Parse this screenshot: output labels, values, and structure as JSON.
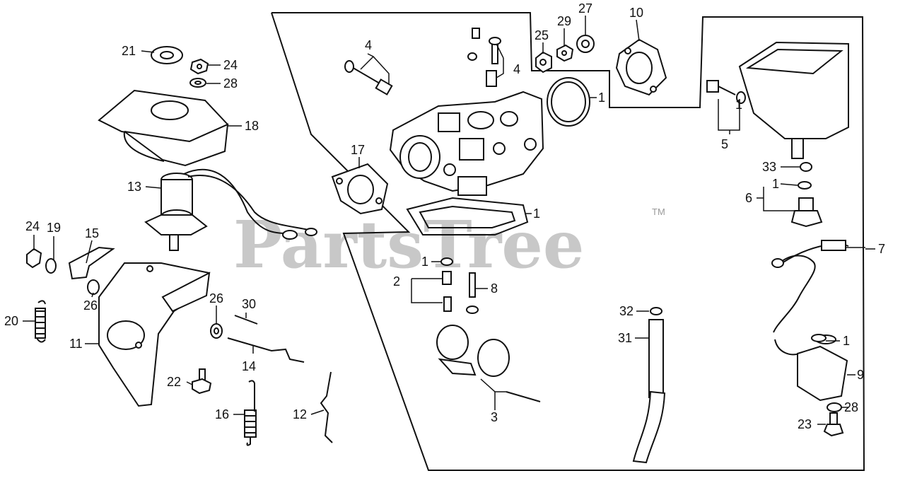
{
  "watermark": {
    "text": "PartsTree",
    "trademark": "TM",
    "color": "#c8c8c8"
  },
  "ink_color": "#111111",
  "callouts": [
    {
      "id": "c21a",
      "label": "21"
    },
    {
      "id": "c24a",
      "label": "24"
    },
    {
      "id": "c28a",
      "label": "28"
    },
    {
      "id": "c18",
      "label": "18"
    },
    {
      "id": "c13",
      "label": "13"
    },
    {
      "id": "c24b",
      "label": "24"
    },
    {
      "id": "c19",
      "label": "19"
    },
    {
      "id": "c15",
      "label": "15"
    },
    {
      "id": "c26a",
      "label": "26"
    },
    {
      "id": "c20",
      "label": "20"
    },
    {
      "id": "c11",
      "label": "11"
    },
    {
      "id": "c26b",
      "label": "26"
    },
    {
      "id": "c30",
      "label": "30"
    },
    {
      "id": "c14",
      "label": "14"
    },
    {
      "id": "c22",
      "label": "22"
    },
    {
      "id": "c16",
      "label": "16"
    },
    {
      "id": "c12",
      "label": "12"
    },
    {
      "id": "c17",
      "label": "17"
    },
    {
      "id": "c4a",
      "label": "4"
    },
    {
      "id": "c4b",
      "label": "4"
    },
    {
      "id": "c25",
      "label": "25"
    },
    {
      "id": "c29",
      "label": "29"
    },
    {
      "id": "c27",
      "label": "27"
    },
    {
      "id": "c10",
      "label": "10"
    },
    {
      "id": "c1a",
      "label": "1"
    },
    {
      "id": "c1b",
      "label": "1"
    },
    {
      "id": "c1c",
      "label": "1"
    },
    {
      "id": "c2",
      "label": "2"
    },
    {
      "id": "c8",
      "label": "8"
    },
    {
      "id": "c3",
      "label": "3"
    },
    {
      "id": "c5",
      "label": "5"
    },
    {
      "id": "c1d",
      "label": "1"
    },
    {
      "id": "c33",
      "label": "33"
    },
    {
      "id": "c1e",
      "label": "1"
    },
    {
      "id": "c6",
      "label": "6"
    },
    {
      "id": "c7",
      "label": "7"
    },
    {
      "id": "c32",
      "label": "32"
    },
    {
      "id": "c31",
      "label": "31"
    },
    {
      "id": "c1f",
      "label": "1"
    },
    {
      "id": "c9",
      "label": "9"
    },
    {
      "id": "c28b",
      "label": "28"
    },
    {
      "id": "c23",
      "label": "23"
    }
  ]
}
